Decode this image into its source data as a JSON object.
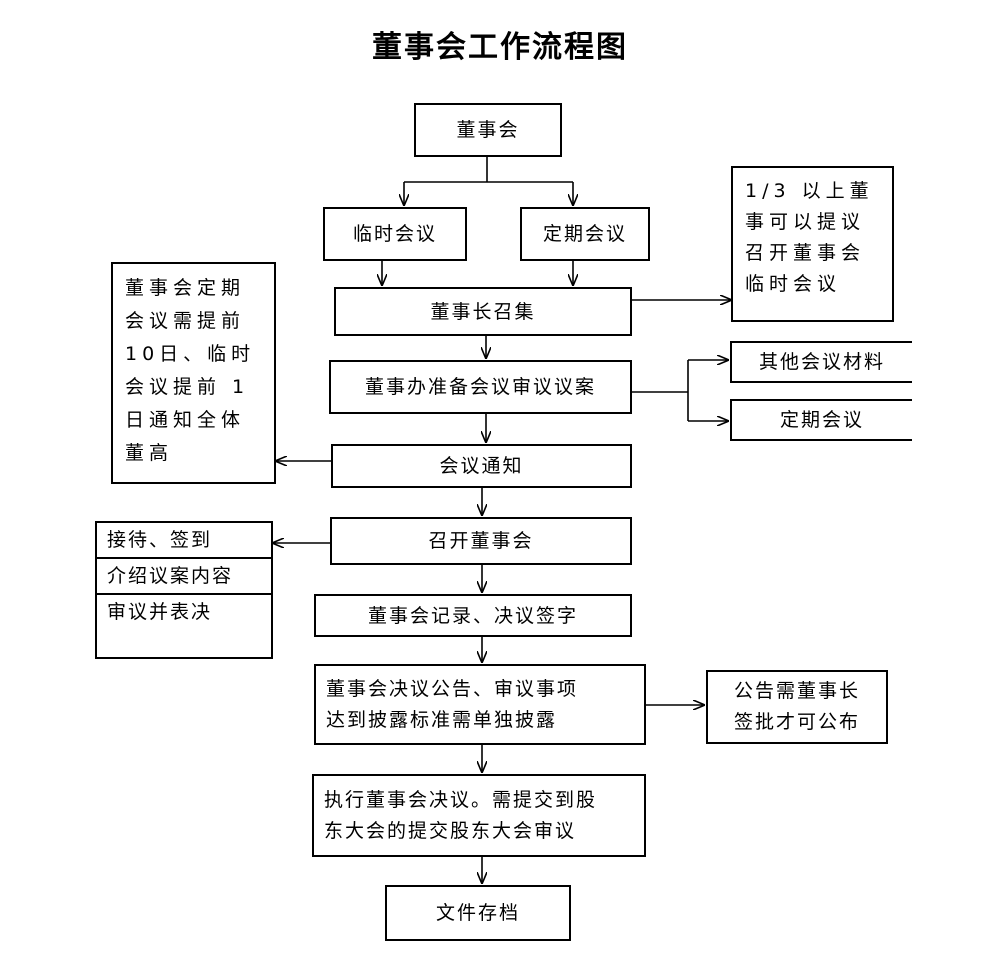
{
  "title": "董事会工作流程图",
  "nodes": {
    "board": "董事会",
    "temp_meeting": "临时会议",
    "regular_meeting": "定期会议",
    "chairman_convene": "董事长召集",
    "one_third_note": [
      "1/3 以上董",
      "事可以提议",
      "召开董事会",
      "临时会议"
    ],
    "office_prepare": "董事办准备会议审议议案",
    "other_materials": "其他会议材料",
    "regular_meeting_2": "定期会议",
    "meeting_notice": "会议通知",
    "notice_note": [
      "董事会定期",
      "会议需提前",
      "10日、临时",
      "会议提前 1",
      "日通知全体",
      "董高"
    ],
    "convene_board": "召开董事会",
    "convene_steps": [
      "接待、签到",
      "介绍议案内容",
      "审议并表决"
    ],
    "record_sign": "董事会记录、决议签字",
    "announce": [
      "董事会决议公告、审议事项",
      "达到披露标准需单独披露"
    ],
    "announce_note": [
      "公告需董事长",
      "签批才可公布"
    ],
    "execute": [
      "执行董事会决议。需提交到股",
      "东大会的提交股东大会审议"
    ],
    "archive": "文件存档"
  }
}
